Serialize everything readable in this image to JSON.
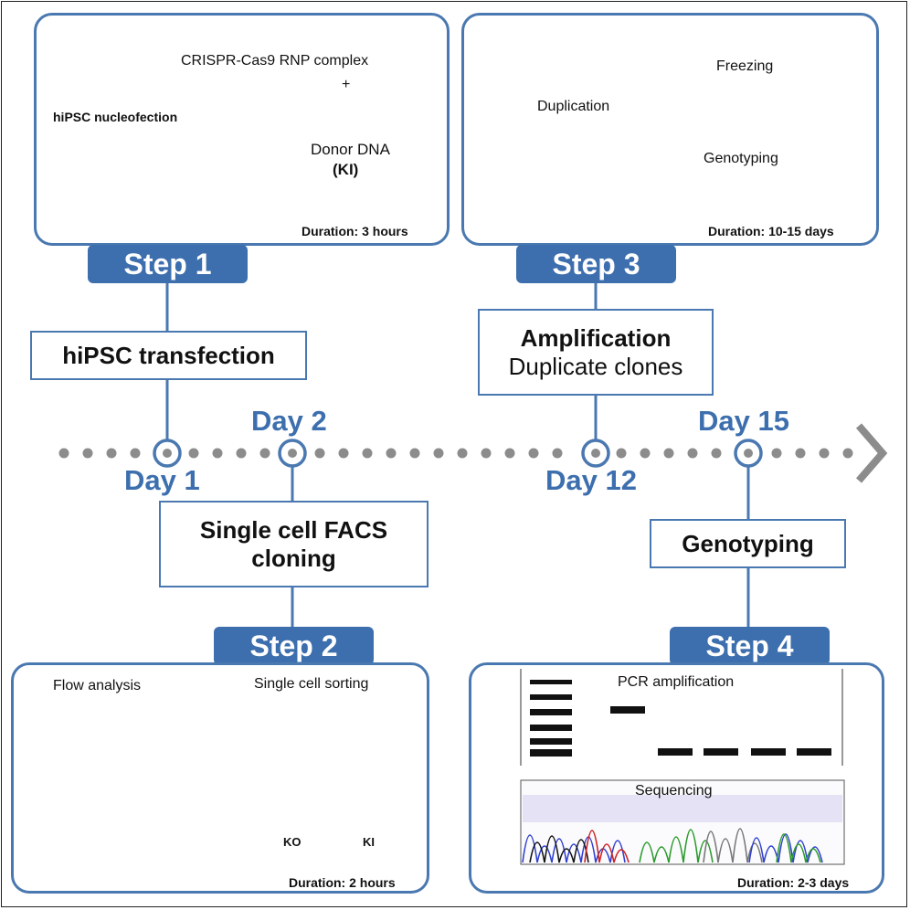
{
  "step1": {
    "tab": "Step 1",
    "box": "hiPSC transfection",
    "panel": {
      "rnp": "CRISPR-Cas9 RNP complex",
      "plus": "+",
      "nucleofection": "hiPSC nucleofection",
      "donor": "Donor DNA",
      "ki": "(KI)",
      "duration": "Duration: 3 hours"
    }
  },
  "step2": {
    "tab": "Step 2",
    "box_line1": "Single cell FACS",
    "box_line2": "cloning",
    "panel": {
      "flow": "Flow analysis",
      "sorting": "Single cell sorting",
      "ko": "KO",
      "ki": "KI",
      "duration": "Duration: 2 hours"
    }
  },
  "step3": {
    "tab": "Step 3",
    "box_line1": "Amplification",
    "box_line2": "Duplicate clones",
    "panel": {
      "duplication": "Duplication",
      "freezing": "Freezing",
      "genotyping": "Genotyping",
      "duration": "Duration: 10-15 days"
    }
  },
  "step4": {
    "tab": "Step 4",
    "box": "Genotyping",
    "panel": {
      "pcr": "PCR amplification",
      "sequencing": "Sequencing",
      "duration": "Duration: 2-3 days"
    }
  },
  "timeline": {
    "day1": "Day 1",
    "day2": "Day 2",
    "day12": "Day 12",
    "day15": "Day 15"
  },
  "colors": {
    "accent": "#3d6fae",
    "line": "#4a78b0",
    "dots": "#8c8c8c",
    "plate": "#b06a6a",
    "cell_green": "#3a9a3a",
    "cell_red": "#d02020"
  }
}
